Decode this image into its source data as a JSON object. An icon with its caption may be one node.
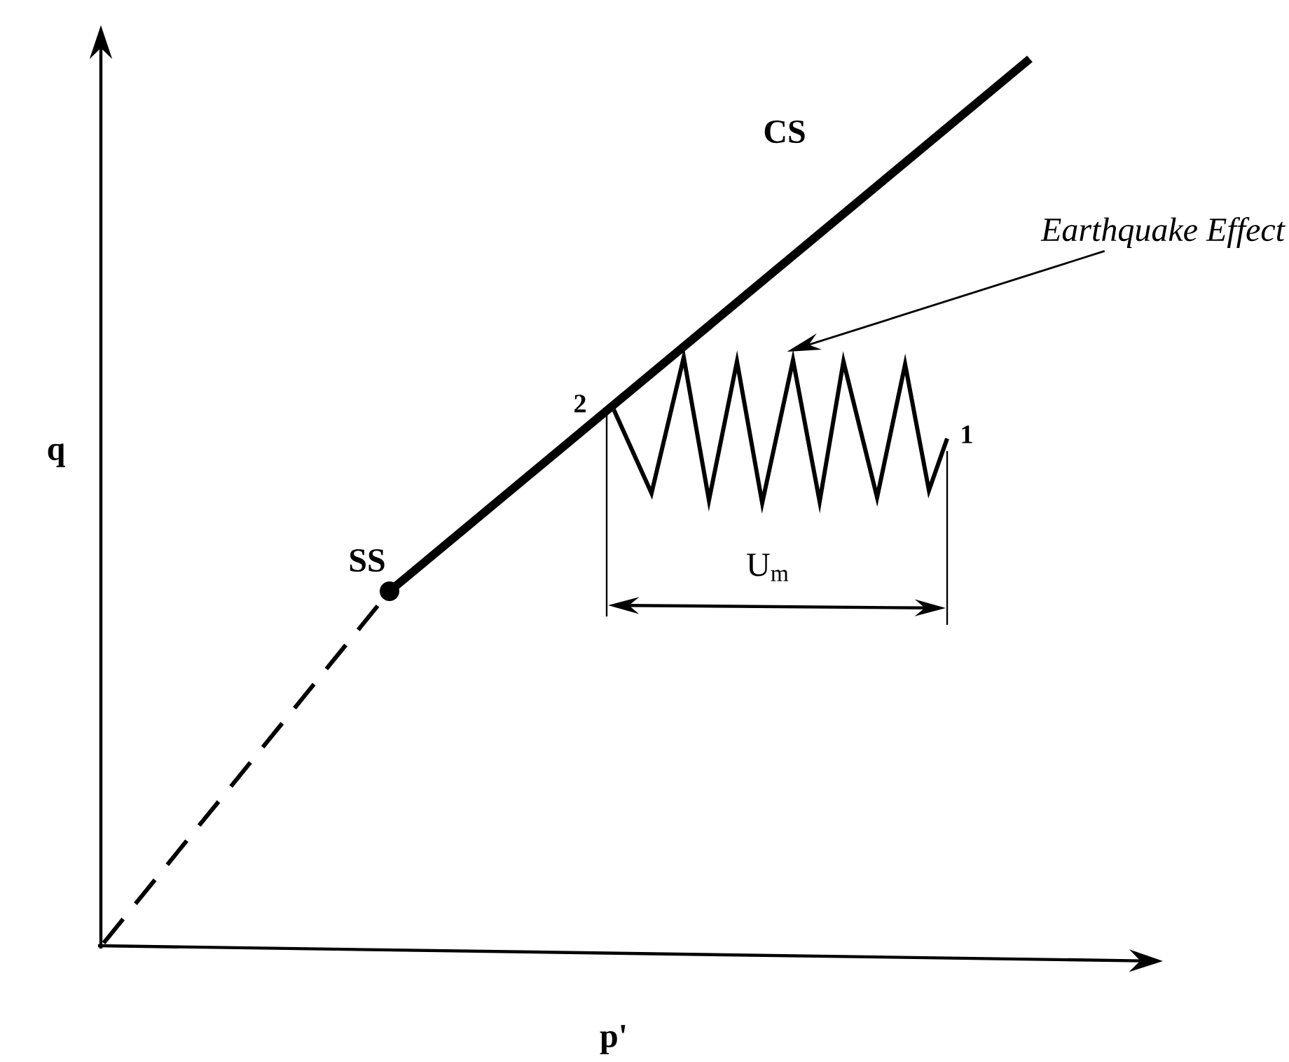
{
  "diagram": {
    "nodes": [
      {
        "text": [
          "Earthquake Effect"
        ]
      },
      {
        "text": [],
        "shape": "picture"
      }
    ],
    "edges": [
      {
        "from": 0,
        "to": 1,
        "arrow": "to"
      }
    ],
    "labels": [
      "CS",
      "q",
      "2",
      "1",
      "SS",
      "U$_{m}$",
      "p'"
    ]
  }
}
